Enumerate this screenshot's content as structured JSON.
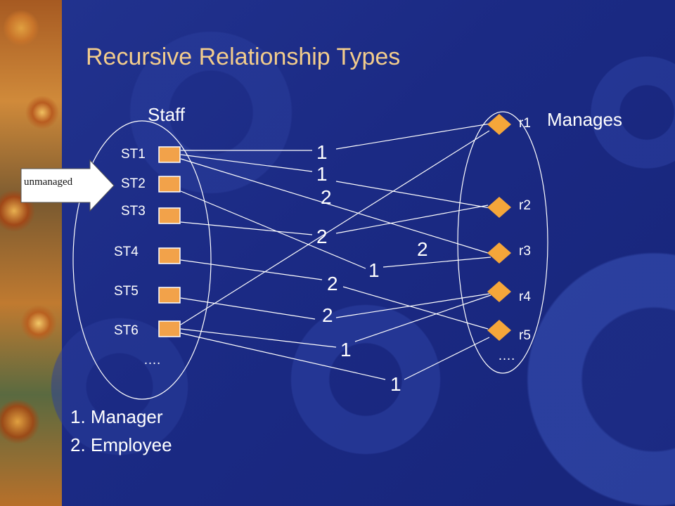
{
  "title": "Recursive Relationship Types",
  "entity_label": "Staff",
  "relationship_label": "Manages",
  "staff": [
    "ST1",
    "ST2",
    "ST3",
    "ST4",
    "ST5",
    "ST6"
  ],
  "staff_ellipsis": "….",
  "relationships": [
    "r1",
    "r2",
    "r3",
    "r4",
    "r5"
  ],
  "relationship_ellipsis": "….",
  "callout": "unmanaged",
  "roles": [
    "1. Manager",
    "2. Employee"
  ],
  "edge_labels": [
    "1",
    "1",
    "2",
    "2",
    "2",
    "1",
    "2",
    "2",
    "1",
    "1"
  ],
  "colors": {
    "background": "#1b2a84",
    "title": "#f2cc8c",
    "staff_box": "#f2a24a",
    "relationship_diamond": "#f5a63a",
    "line": "#ffffff"
  }
}
